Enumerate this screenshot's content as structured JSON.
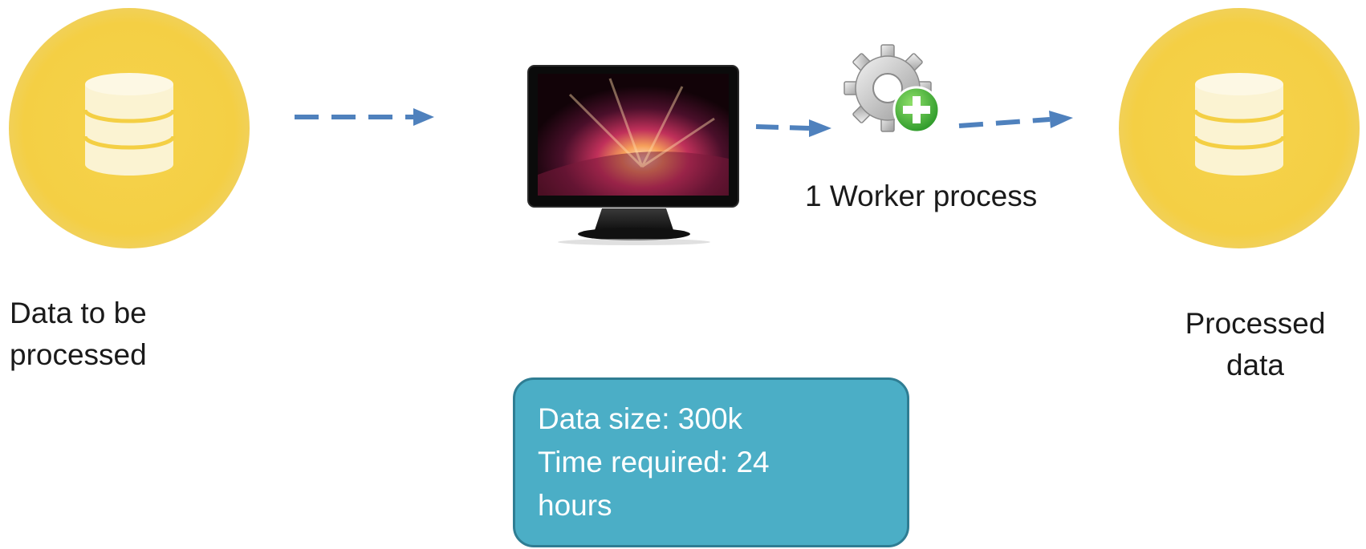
{
  "source_node": {
    "label_line1": "Data to be",
    "label_line2": "processed",
    "icon": "database-icon"
  },
  "computer_node": {
    "icon": "monitor-icon"
  },
  "worker_node": {
    "label": "1 Worker process",
    "icon": "gear-plus-icon"
  },
  "target_node": {
    "label_line1": "Processed",
    "label_line2": "data",
    "icon": "database-icon"
  },
  "info_box": {
    "line1": "Data size: 300k",
    "line2": "Time required: 24",
    "line3": "hours"
  },
  "colors": {
    "circle": "#f4cf44",
    "arrow": "#4f81bd",
    "box": "#4baec6",
    "box_border": "#2f7d93"
  }
}
